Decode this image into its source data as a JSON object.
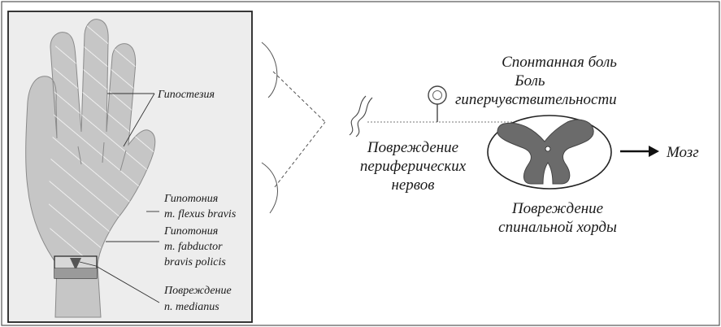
{
  "hand_labels": {
    "hypoesthesia": "Гипостезия",
    "hypotonia_1": "Гипотония",
    "muscle_1": "m. flexus bravis",
    "hypotonia_2": "Гипотония",
    "muscle_2a": "m. fabductor",
    "muscle_2b": "bravis policis",
    "damage": "Повреждение",
    "nerve": "n. medianus"
  },
  "pain_labels": {
    "spontaneous": "Спонтанная боль",
    "pain": "Боль",
    "hypersensitivity": "гиперчувствительности"
  },
  "peripheral_labels": {
    "line1": "Повреждение",
    "line2": "периферических",
    "line3": "нервов"
  },
  "spinal_labels": {
    "line1": "Повреждение",
    "line2": "спинальной хорды"
  },
  "brain_label": "Мозг",
  "colors": {
    "hand_fill": "#c6c6c6",
    "panel_bg": "#ededed",
    "gray_matter": "#6b6b6b",
    "line": "#1a1a1a"
  }
}
